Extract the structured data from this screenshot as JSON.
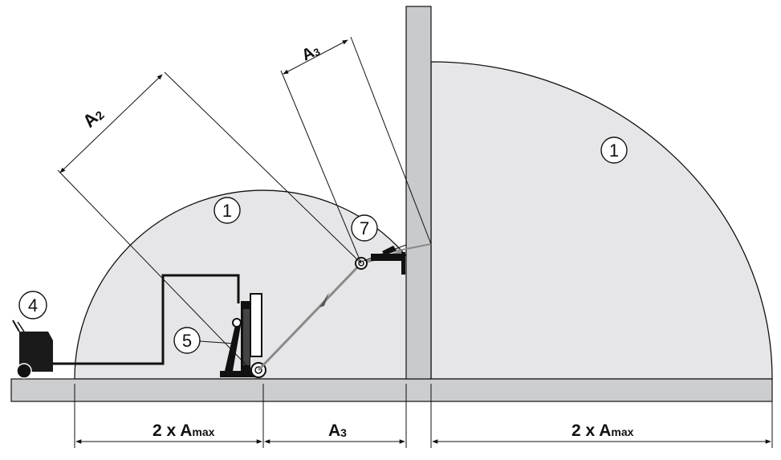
{
  "callouts": {
    "zone_left": "1",
    "zone_right": "1",
    "machine_4": "4",
    "stand_5": "5",
    "head_7": "7"
  },
  "dimensions": {
    "a2": {
      "main": "A",
      "sub": "2"
    },
    "a3_top": {
      "main": "A",
      "sub": "3"
    },
    "left": {
      "prefix": "2 x ",
      "main": "A",
      "sub": "max"
    },
    "middle": {
      "main": "A",
      "sub": "3"
    },
    "right": {
      "prefix": "2 x ",
      "main": "A",
      "sub": "max"
    }
  },
  "colors": {
    "zone_fill": "#e6e6e8",
    "floor_fill": "#cccdcf",
    "wall_fill": "#c9cacc",
    "line": "#111111",
    "arm": "#8a8a8a"
  }
}
